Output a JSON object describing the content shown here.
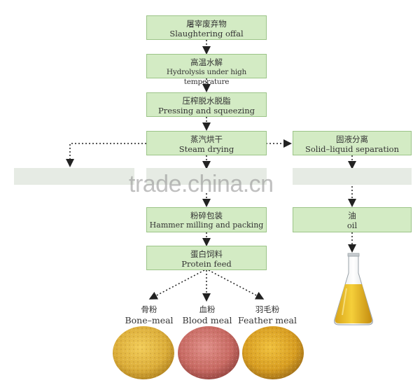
{
  "steps": [
    {
      "cn": "屠宰废弃物",
      "en": "Slaughtering offal"
    },
    {
      "cn": "高温水解",
      "en": "Hydrolysis under high temperature"
    },
    {
      "cn": "压榨脱水脱脂",
      "en": "Pressing and squeezing"
    },
    {
      "cn": "蒸汽烘干",
      "en": "Steam drying"
    },
    {
      "cn": "粉碎包装",
      "en": "Hammer milling and packing"
    },
    {
      "cn": "蛋白饲料",
      "en": "Protein feed"
    }
  ],
  "right_steps": [
    {
      "cn": "固液分离",
      "en": "Solid–liquid separation"
    },
    {
      "cn": "油",
      "en": "oil"
    }
  ],
  "products": [
    {
      "cn": "骨粉",
      "en": "Bone–meal"
    },
    {
      "cn": "血粉",
      "en": "Blood meal"
    },
    {
      "cn": "羽毛粉",
      "en": "Feather meal"
    }
  ],
  "watermark": "trade.china.cn",
  "colors": {
    "box_fill": "#d3ebc4",
    "box_border": "#9cc488",
    "band": "#e6ebe4"
  }
}
